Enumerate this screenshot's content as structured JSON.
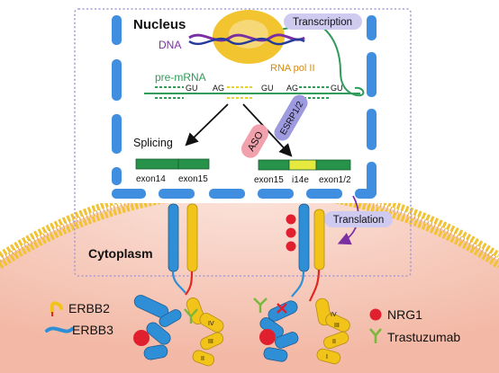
{
  "nucleus": {
    "title": "Nucleus",
    "dna_label": "DNA",
    "polymerase_label": "RNA pol II",
    "transcription_label": "Transcription",
    "pre_mrna_label": "pre-mRNA",
    "splice_sites": [
      "GU",
      "AG",
      "GU",
      "AG",
      "GU"
    ]
  },
  "splicing": {
    "label": "Splicing",
    "aso_label": "ASO",
    "esrp_label": "ESRP1/2",
    "left_exons": [
      "exon14",
      "exon15"
    ],
    "right_exons": [
      "exon15",
      "i14e",
      "exon1/2"
    ]
  },
  "translation_label": "Translation",
  "cytoplasm_label": "Cytoplasm",
  "receptors": {
    "domain_labels": [
      "IV",
      "III",
      "II",
      "I"
    ]
  },
  "legend": {
    "erbb2": "ERBB2",
    "erbb3": "ERBB3",
    "nrg1": "NRG1",
    "trastuzumab": "Trastuzumab"
  },
  "colors": {
    "erbb2": "#f2c318",
    "erbb3": "#2f8fd6",
    "nrg1": "#e0202e",
    "trastuzumab": "#79b83b",
    "exon": "#27924a",
    "i14e": "#e6ea3f",
    "cell": "#f6cfc0",
    "membrane_head": "#f1c232",
    "nuclear_envelope": "#3f8ee0",
    "pore": "#9b8fd6"
  }
}
